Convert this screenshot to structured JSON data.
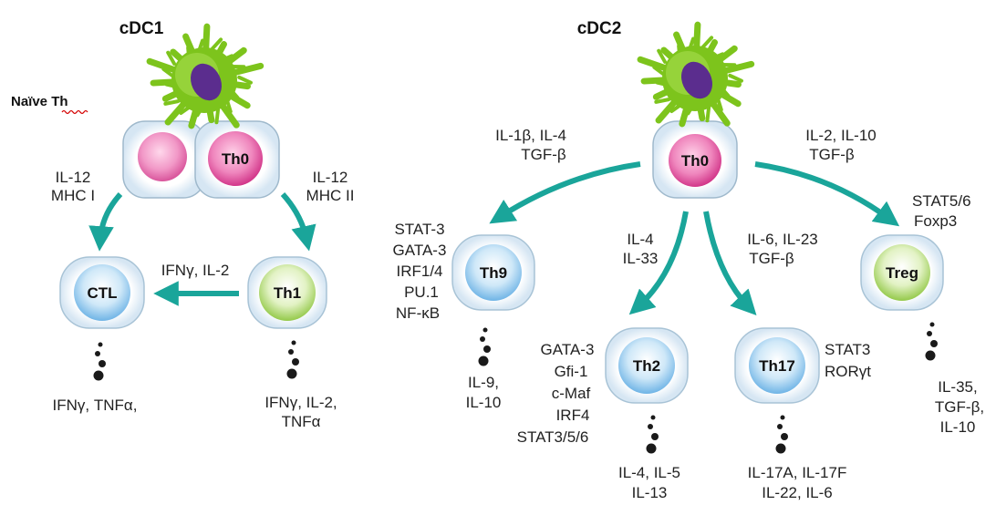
{
  "colors": {
    "arrow": "#1aa59a",
    "dendritic_cell": "#7dc41c",
    "dendritic_nucleus": "#5b2d8e",
    "cell_blue": "#8fc6ec",
    "cell_pink": "#e24b9b",
    "cell_green": "#9ccf4e",
    "dots": "#1a1a1a"
  },
  "cdc1": {
    "title": "cDC1",
    "naive_label": "Naïve Th",
    "th0": "Th0",
    "left_signal": [
      "IL-12",
      "MHC I"
    ],
    "right_signal": [
      "IL-12",
      "MHC II"
    ],
    "ctl": "CTL",
    "th1": "Th1",
    "th1_to_ctl": "IFNγ, IL-2",
    "ctl_secretes": [
      "IFNγ, TNFα,"
    ],
    "th1_secretes": [
      "IFNγ, IL-2,",
      "TNFα"
    ]
  },
  "cdc2": {
    "title": "cDC2",
    "th0": "Th0",
    "th9_signal": [
      "IL-1β, IL-4",
      "TGF-β"
    ],
    "treg_signal": [
      "IL-2, IL-10",
      "TGF-β"
    ],
    "th2_signal": [
      "IL-4",
      "IL-33"
    ],
    "th17_signal": [
      "IL-6, IL-23",
      "TGF-β"
    ],
    "th9": "Th9",
    "th9_tf": [
      "STAT-3",
      "GATA-3",
      "IRF1/4",
      "PU.1",
      "NF-κB"
    ],
    "th9_secretes": [
      "IL-9,",
      "IL-10"
    ],
    "th2": "Th2",
    "th2_tf": [
      "GATA-3",
      "Gfi-1",
      "c-Maf",
      "IRF4",
      "STAT3/5/6"
    ],
    "th2_secretes": [
      "IL-4, IL-5",
      "IL-13"
    ],
    "th17": "Th17",
    "th17_tf": [
      "STAT3",
      "RORγt"
    ],
    "th17_secretes": [
      "IL-17A, IL-17F",
      "IL-22, IL-6"
    ],
    "treg": "Treg",
    "treg_tf": [
      "STAT5/6",
      "Foxp3"
    ],
    "treg_secretes": [
      "IL-35,",
      "TGF-β,",
      "IL-10"
    ]
  }
}
